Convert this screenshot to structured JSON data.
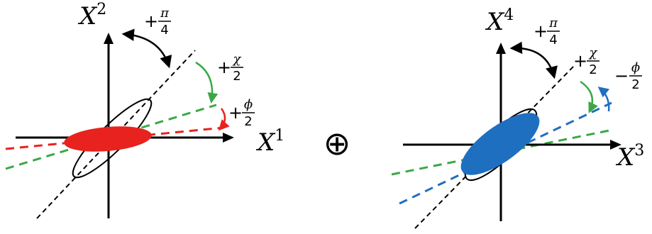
{
  "left_panel": {
    "axis_vertical": {
      "base": "X",
      "sup": "2"
    },
    "axis_horizontal": {
      "base": "X",
      "sup": "1"
    },
    "rotation_pi": {
      "sign": "+",
      "num": "π",
      "den": "4"
    },
    "rotation_chi": {
      "sign": "+",
      "num": "χ",
      "den": "2"
    },
    "rotation_phi": {
      "sign": "+",
      "num": "ϕ",
      "den": "2"
    }
  },
  "operator": {
    "symbol": "⊕"
  },
  "right_panel": {
    "axis_vertical": {
      "base": "X",
      "sup": "4"
    },
    "axis_horizontal": {
      "base": "X",
      "sup": "3"
    },
    "rotation_pi": {
      "sign": "+",
      "num": "π",
      "den": "4"
    },
    "rotation_chi": {
      "sign": "+",
      "num": "χ",
      "den": "2"
    },
    "rotation_phi": {
      "sign": "−",
      "num": "ϕ",
      "den": "2"
    }
  },
  "colors": {
    "axis": "#000000",
    "red_ellipse": "#e8221e",
    "blue_ellipse": "#1f6fc0",
    "green_line": "#3aa845",
    "red_line": "#e8221e",
    "blue_line": "#1f6fc0",
    "arc_black": "#000000"
  }
}
